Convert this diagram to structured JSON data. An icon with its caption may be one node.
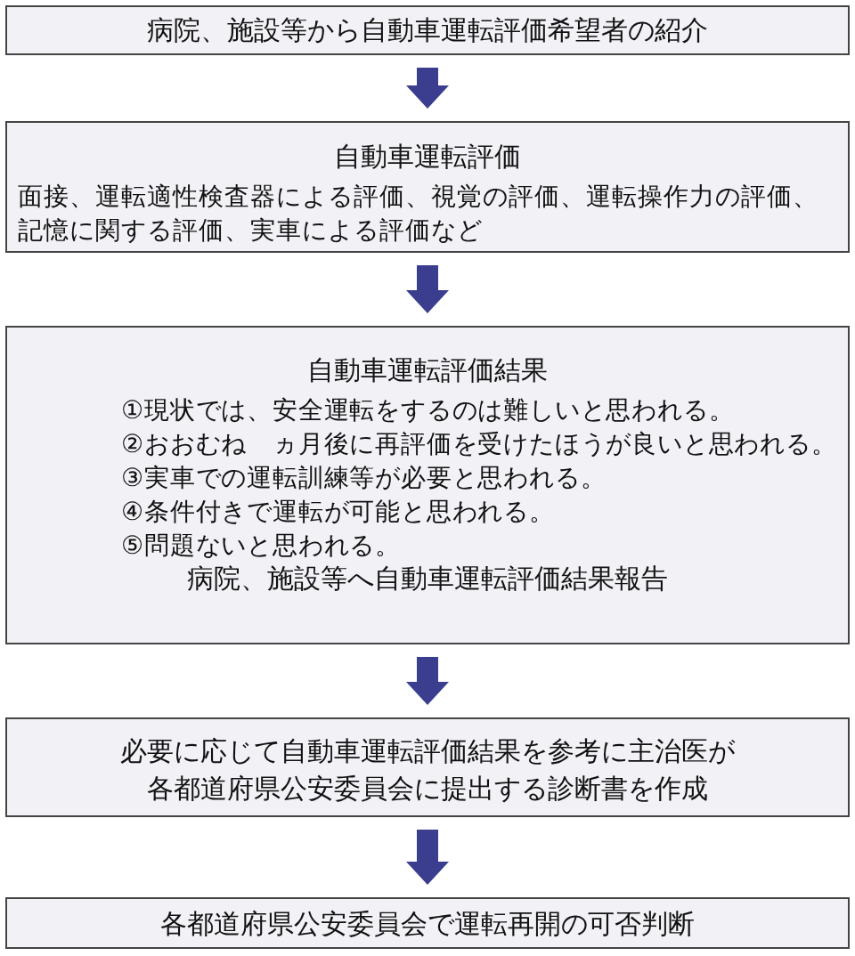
{
  "diagram": {
    "nodes": [
      {
        "text": [
          "病院、施設等から自動車運転評価希望者の紹介"
        ]
      },
      {
        "text": [
          "自動車運転評価",
          "面接、運転適性検査器による評価、視覚の評価、運転操作力の評価、記憶に関する評価、実車による評価など"
        ]
      },
      {
        "text": [
          "自動車運転評価結果",
          "①現状では、安全運転をするのは難しいと思われる。",
          "②おおむね　ヵ月後に再評価を受けたほうが良いと思われる。",
          "③実車での運転訓練等が必要と思われる。",
          "④条件付きで運転が可能と思われる。",
          "⑤問題ないと思われる。",
          "病院、施設等へ自動車運転評価結果報告"
        ]
      },
      {
        "text": [
          "必要に応じて自動車運転評価結果を参考に主治医が各都道府県公安委員会に提出する診断書を作成"
        ]
      },
      {
        "text": [
          "各都道府県公安委員会で運転再開の可否判断"
        ]
      }
    ],
    "edges": [
      {
        "from": 0,
        "to": 1,
        "arrow": "to"
      },
      {
        "from": 1,
        "to": 2,
        "arrow": "to"
      },
      {
        "from": 2,
        "to": 3,
        "arrow": "to"
      },
      {
        "from": 3,
        "to": 4,
        "arrow": "to"
      }
    ]
  }
}
